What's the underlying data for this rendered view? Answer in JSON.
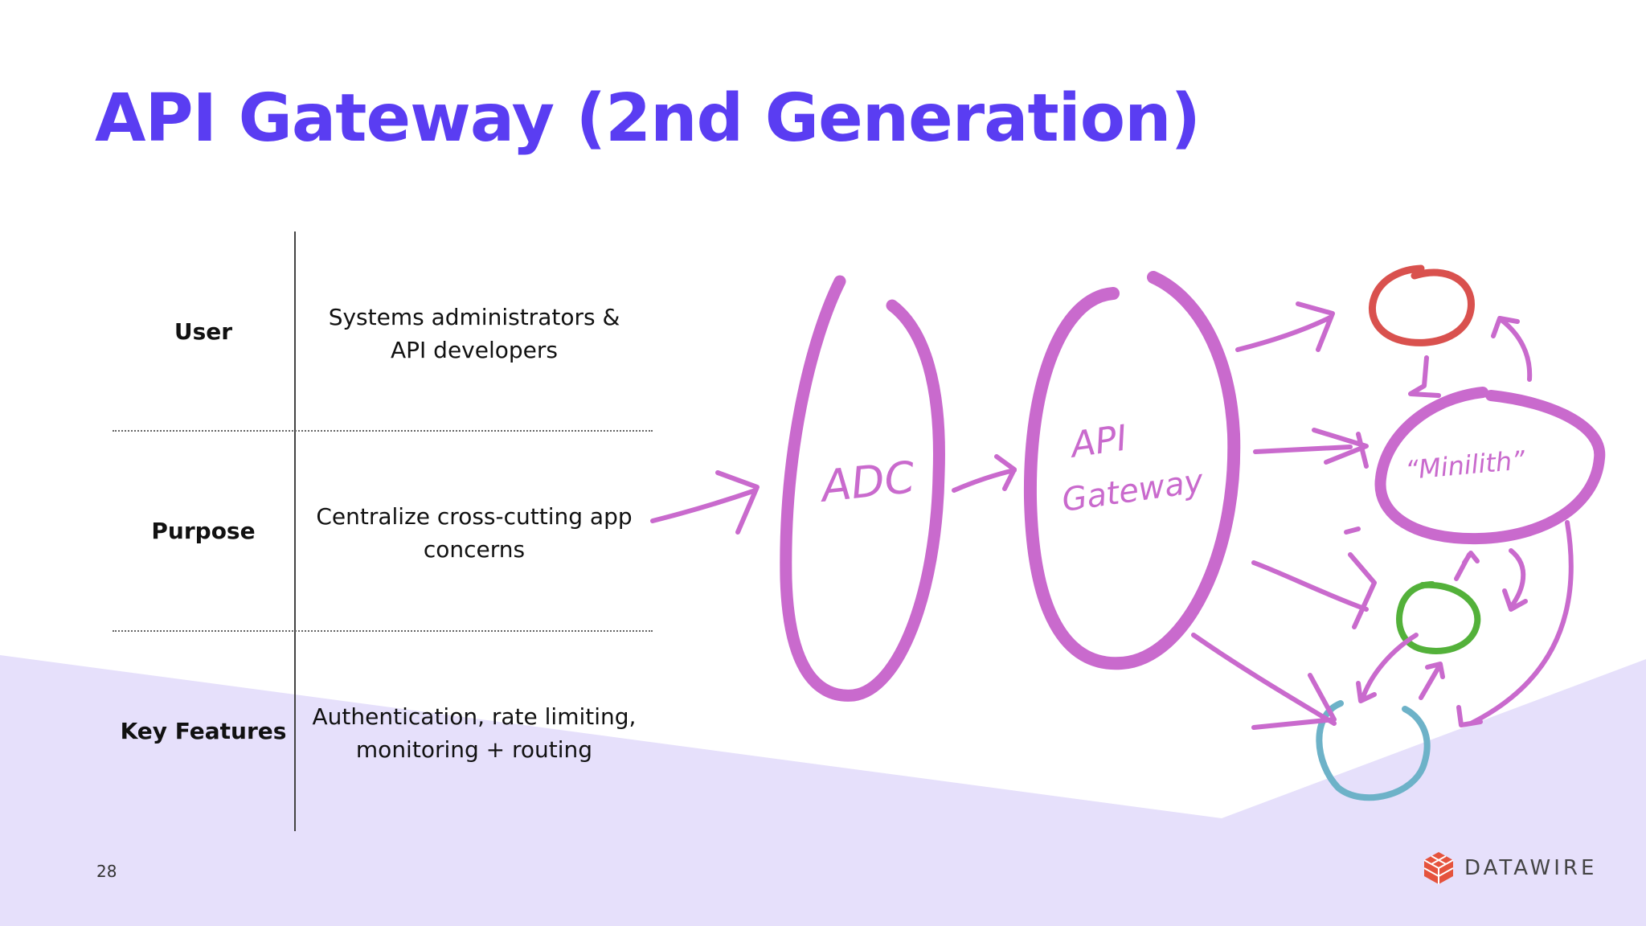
{
  "slide": {
    "title": "API Gateway (2nd Generation)",
    "page_number": "28"
  },
  "table": {
    "rows": [
      {
        "label": "User",
        "value_line1": "Systems administrators &",
        "value_line2": "API developers"
      },
      {
        "label": "Purpose",
        "value_line1": "Centralize cross-cutting app",
        "value_line2": "concerns"
      },
      {
        "label": "Key Features",
        "value_line1": "Authentication, rate limiting,",
        "value_line2": "monitoring + routing"
      }
    ]
  },
  "diagram": {
    "nodes": {
      "adc": "ADC",
      "gateway_line1": "API",
      "gateway_line2": "Gateway",
      "minilith": "“Minilith”"
    },
    "colors": {
      "purple": "#c96acd",
      "red": "#d9514e",
      "green": "#53b13a",
      "blue": "#6db2c8"
    }
  },
  "logo": {
    "text": "DATAWIRE",
    "color": "#e5533d"
  },
  "colors": {
    "title": "#5a3df2",
    "background_band": "#e6e0fb"
  }
}
